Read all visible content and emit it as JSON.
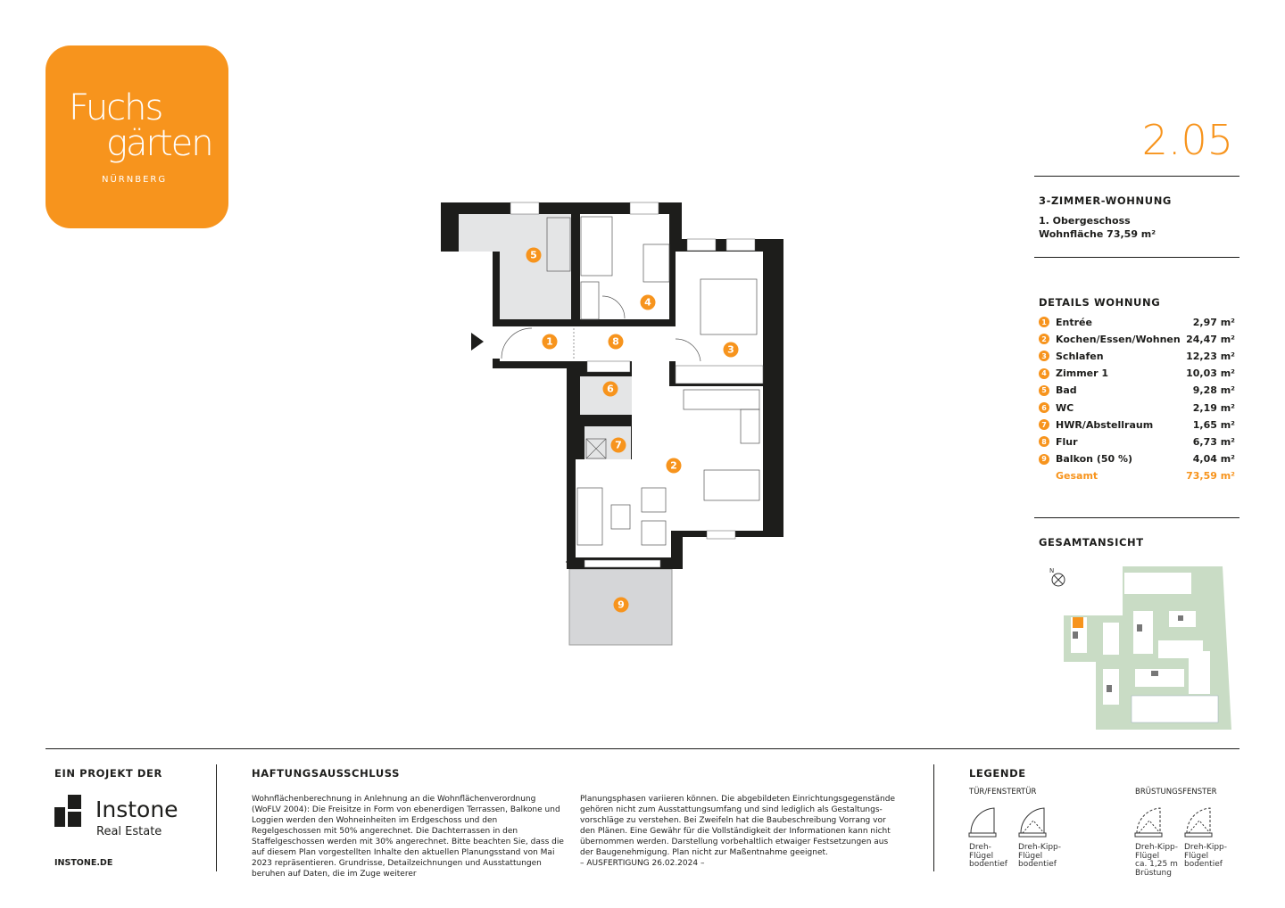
{
  "logo": {
    "line1": "Fuchs",
    "line2": "gärten",
    "city": "NÜRNBERG"
  },
  "unit": {
    "number": "2.05",
    "type": "3-ZIMMER-WOHNUNG",
    "floor": "1. Obergeschoss",
    "area": "Wohnfläche 73,59 m²"
  },
  "details": {
    "title": "DETAILS WOHNUNG",
    "rooms": [
      {
        "no": "1",
        "name": "Entrée",
        "area": "2,97 m²"
      },
      {
        "no": "2",
        "name": "Kochen/Essen/Wohnen",
        "area": "24,47 m²"
      },
      {
        "no": "3",
        "name": "Schlafen",
        "area": "12,23 m²"
      },
      {
        "no": "4",
        "name": "Zimmer 1",
        "area": "10,03 m²"
      },
      {
        "no": "5",
        "name": "Bad",
        "area": "9,28 m²"
      },
      {
        "no": "6",
        "name": "WC",
        "area": "2,19 m²"
      },
      {
        "no": "7",
        "name": "HWR/Abstellraum",
        "area": "1,65 m²"
      },
      {
        "no": "8",
        "name": "Flur",
        "area": "6,73 m²"
      },
      {
        "no": "9",
        "name": "Balkon (50 %)",
        "area": "4,04 m²"
      }
    ],
    "total_label": "Gesamt",
    "total_area": "73,59 m²"
  },
  "overview": {
    "title": "GESAMTANSICHT",
    "north": "N"
  },
  "footer": {
    "project_label": "EIN PROJEKT DER",
    "company": "Instone",
    "company_sub": "Real Estate",
    "website": "INSTONE.DE",
    "disclaimer_title": "HAFTUNGSAUSSCHLUSS",
    "disclaimer_col1": "Wohnflächenberechnung in Anlehnung an die Wohnflächenverordnung (WoFLV 2004): Die Freisitze in Form von ebenerdigen Terrassen, Balkone und Loggien werden den Wohneinheiten im Erdgeschoss und den Regelgeschossen mit 50% angerechnet. Die Dachterrassen in den Staffelgeschossen werden mit 30% angerechnet. Bitte beachten Sie, dass die auf diesem Plan vorgestellten Inhalte den aktuellen Planungsstand von Mai 2023 repräsentieren. Grundrisse, Detailzeichnungen und Ausstattungen beruhen auf Daten, die im Zuge weiterer",
    "disclaimer_col2": "Planungsphasen variieren können. Die abgebildeten Einrichtungsgegenstände gehören nicht zum Ausstattungsumfang und sind lediglich als Gestaltungs-vorschläge zu verstehen. Bei Zweifeln hat die Baubeschreibung Vorrang vor den Plänen. Eine Gewähr für die Vollständigkeit der Informationen kann nicht übernommen werden. Darstellung vorbehaltlich etwaiger Festsetzungen aus der Baugenehmigung. Plan nicht zur Maßentnahme geeignet.",
    "issue": "– AUSFERTIGUNG 26.02.2024 –",
    "legend_title": "LEGENDE",
    "legend_door_title": "TÜR/FENSTERTÜR",
    "legend_window_title": "BRÜSTUNGSFENSTER",
    "legend_items": [
      "Dreh-\nFlügel\nbodentief",
      "Dreh-Kipp-\nFlügel\nbodentief",
      "Dreh-Kipp-\nFlügel\nca. 1,25 m\nBrüstung",
      "Dreh-Kipp-\nFlügel\nbodentief"
    ]
  },
  "colors": {
    "accent": "#f7941d",
    "site_green": "#c9dcc5"
  }
}
